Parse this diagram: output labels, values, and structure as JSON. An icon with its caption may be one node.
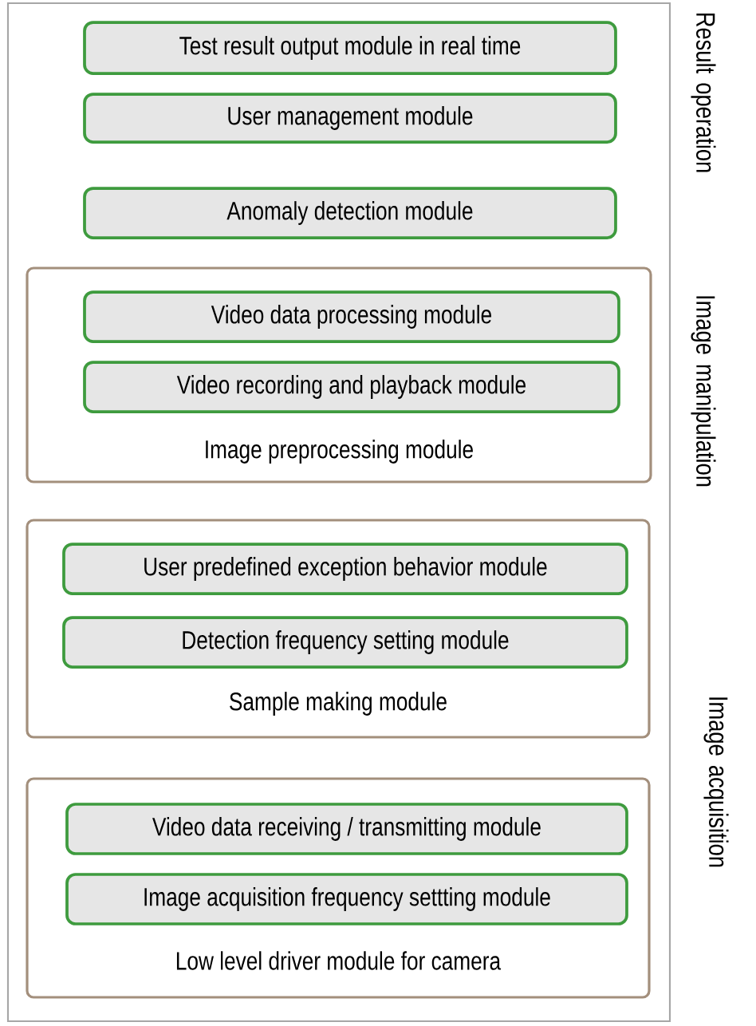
{
  "diagram": {
    "nodes": [
      {
        "text": [
          "Test result output module in real time"
        ]
      },
      {
        "text": [
          "User management module"
        ]
      },
      {
        "text": [
          "Anomaly detection module"
        ]
      },
      {
        "text": [
          "Image preprocessing module"
        ]
      },
      {
        "text": [
          "Video data processing module"
        ],
        "in": 3
      },
      {
        "text": [
          "Video recording and playback module"
        ],
        "in": 3
      },
      {
        "text": [
          "Sample making module"
        ]
      },
      {
        "text": [
          "User predefined exception behavior module"
        ],
        "in": 6
      },
      {
        "text": [
          "Detection frequency setting module"
        ],
        "in": 6
      },
      {
        "text": [
          "Low level driver module for camera"
        ]
      },
      {
        "text": [
          "Video data receiving / transmitting module"
        ],
        "in": 9
      },
      {
        "text": [
          "Image acquisition frequency settting module"
        ],
        "in": 9
      }
    ],
    "labels": [
      "Result operation",
      "Image manipulation",
      "Image acquisition"
    ]
  }
}
